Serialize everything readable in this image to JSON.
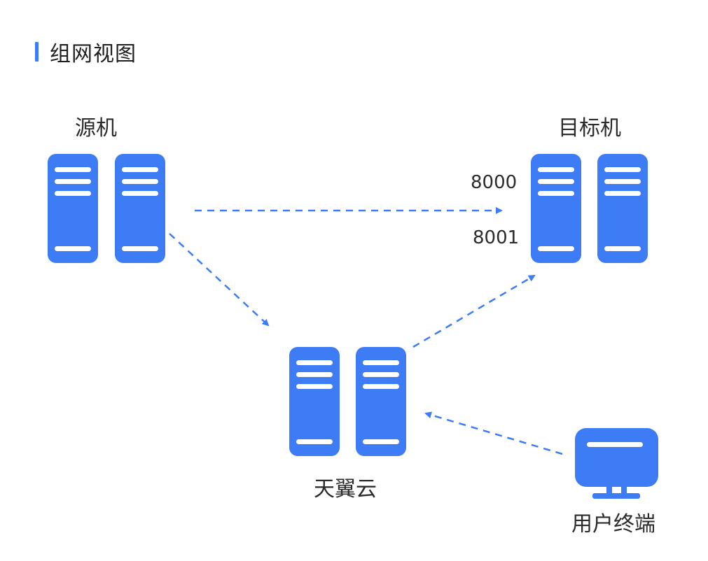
{
  "title": "组网视图",
  "nodes": {
    "source": {
      "label": "源机"
    },
    "target": {
      "label": "目标机"
    },
    "cloud": {
      "label": "天翼云"
    },
    "terminal": {
      "label": "用户终端"
    }
  },
  "ports": {
    "port_a": "8000",
    "port_b": "8001"
  },
  "colors": {
    "accent": "#3d7cf5",
    "server_fill": "#3d7cf5",
    "server_stripe": "#ffffff",
    "arrow": "#3d7cf5",
    "text": "#2b2b2b"
  },
  "connections": [
    {
      "from": "source",
      "to": "target",
      "style": "dashed"
    },
    {
      "from": "source",
      "to": "cloud",
      "style": "dashed"
    },
    {
      "from": "cloud",
      "to": "target",
      "style": "dashed"
    },
    {
      "from": "terminal",
      "to": "cloud",
      "style": "dashed"
    }
  ]
}
